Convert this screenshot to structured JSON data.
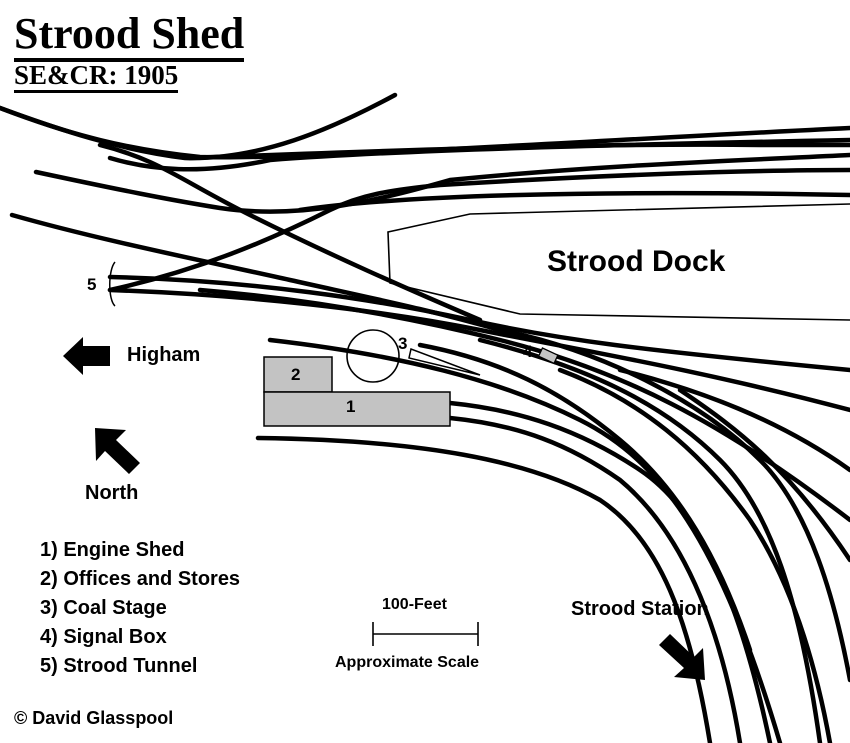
{
  "header": {
    "title": "Strood Shed",
    "subtitle": "SE&CR: 1905"
  },
  "map": {
    "dock_label": "Strood Dock",
    "direction_labels": {
      "higham": "Higham",
      "north": "North",
      "strood_station": "Strood Station"
    },
    "icons": {
      "higham": "arrow-left-icon",
      "north": "arrow-up-left-icon",
      "strood_station": "arrow-down-right-icon"
    },
    "markers": {
      "engine_shed": "1",
      "offices": "2",
      "coal_stage": "3",
      "signal_box": "4",
      "tunnel": "5"
    },
    "building_fill": "#c3c3c3",
    "track_color": "#000000"
  },
  "scale": {
    "distance": "100-Feet",
    "caption": "Approximate Scale"
  },
  "legend": [
    "1) Engine Shed",
    "2) Offices and Stores",
    "3) Coal Stage",
    "4) Signal Box",
    "5) Strood Tunnel"
  ],
  "credit": "© David Glasspool"
}
